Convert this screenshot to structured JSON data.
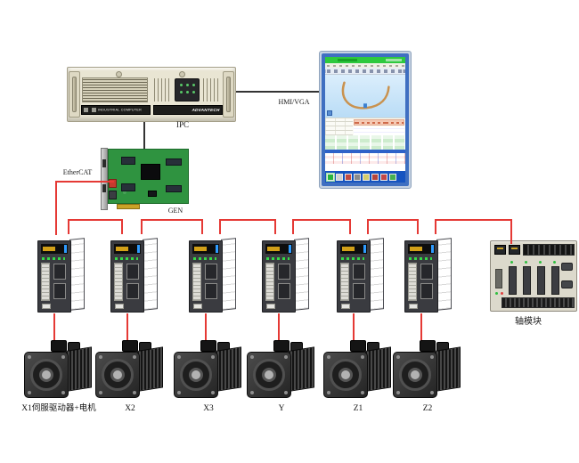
{
  "diagram": {
    "ipc_label": "IPC",
    "hmi_link_label": "HMI/VGA",
    "ethercat_label": "EtherCAT",
    "card_label": "GEN",
    "axis_module_label": "轴模块"
  },
  "ipc_front": {
    "model_text": "INDUSTRIAL COMPUTER",
    "brand_text": "ADVANTECH"
  },
  "axes": [
    {
      "label": "X1伺服驱动器+电机"
    },
    {
      "label": "X2"
    },
    {
      "label": "X3"
    },
    {
      "label": "Y"
    },
    {
      "label": "Z1"
    },
    {
      "label": "Z2"
    }
  ],
  "colors": {
    "bus_wire": "#e53935",
    "signal_wire": "#333333",
    "pcb": "#2f9340",
    "chassis": "#e9e5d3",
    "monitor_frame": "#3f6fc1",
    "screen_title": "#2ec93e"
  }
}
